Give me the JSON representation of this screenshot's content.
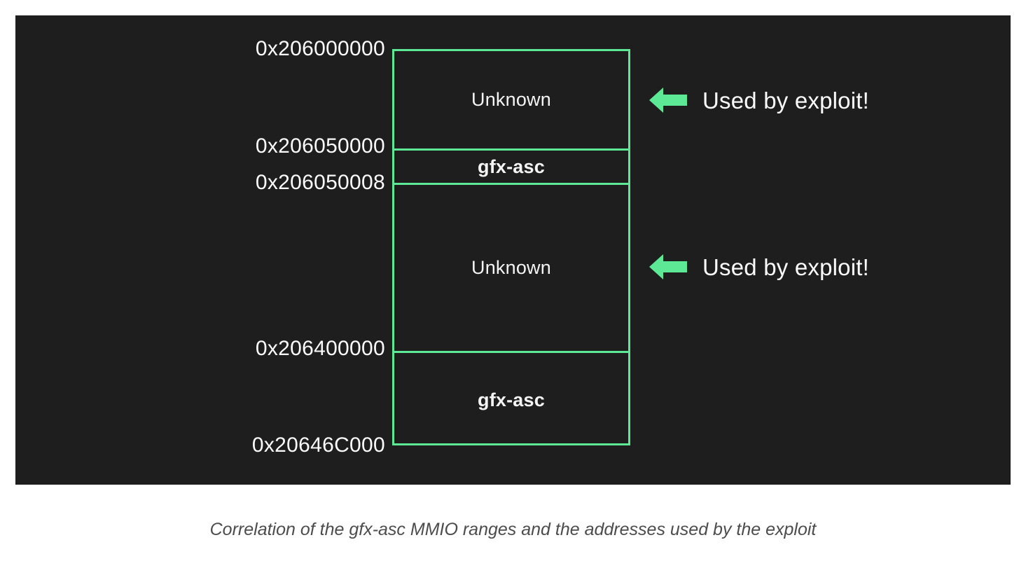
{
  "figure": {
    "background_color": "#1e1e1e",
    "accent_color": "#5ce894",
    "text_color": "#fbfbfb",
    "memory_map": {
      "regions": [
        {
          "label": "Unknown",
          "start": "0x206000000",
          "end": "0x206050000",
          "bold": false
        },
        {
          "label": "gfx-asc",
          "start": "0x206050000",
          "end": "0x206050008",
          "bold": true
        },
        {
          "label": "Unknown",
          "start": "0x206050008",
          "end": "0x206400000",
          "bold": false
        },
        {
          "label": "gfx-asc",
          "start": "0x206400000",
          "end": "0x20646C000",
          "bold": true
        }
      ],
      "boundaries": [
        {
          "address": "0x206000000"
        },
        {
          "address": "0x206050000"
        },
        {
          "address": "0x206050008"
        },
        {
          "address": "0x206400000"
        },
        {
          "address": "0x20646C000"
        }
      ]
    },
    "annotations": [
      {
        "icon": "arrow-left-icon",
        "text": "Used by exploit!"
      },
      {
        "icon": "arrow-left-icon",
        "text": "Used by exploit!"
      }
    ]
  },
  "caption": {
    "text": "Correlation of the gfx-asc MMIO ranges and the addresses used by the exploit",
    "color": "#4c4c4c"
  }
}
